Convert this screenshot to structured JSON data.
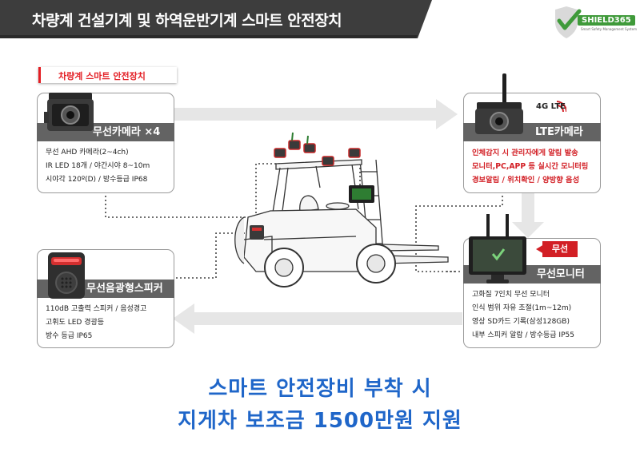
{
  "header": {
    "title": "차량계 건설기계 및 하역운반기계 스마트 안전장치",
    "bar_color": "#3d3d3d"
  },
  "logo": {
    "name": "SHIELD365",
    "sub": "Smart Safety Management System",
    "color": "#3f9a3a"
  },
  "section_label": "차량계 스마트 안전장치",
  "cards": {
    "wireless_camera": {
      "title": "무선카메라 ×4",
      "lines": [
        "무선 AHD 카메라(2~4ch)",
        "IR LED 18개 / 야간시야 8~10m",
        "시야각 120º(D) / 방수등급 IP68"
      ]
    },
    "lte_camera": {
      "title": "LTE카메라",
      "badge": "4G LTE",
      "lines": [
        "인체감지 시 관리자에게 알림 발송",
        "모니터,PC,APP 등 실시간 모니터링",
        "경보알림 / 위치확인 / 양방향 음성"
      ]
    },
    "speaker": {
      "title": "무선음광형스피커",
      "lines": [
        "110dB 고출력 스피커 / 음성경고",
        "고휘도 LED 경광등",
        "방수 등급 IP65"
      ]
    },
    "monitor": {
      "title": "무선모니터",
      "tag": "무선",
      "lines": [
        "고화질 7인치 무선 모니터",
        "인식 범위 자유 조절(1m~12m)",
        "영상 SD카드 기록(삼성128GB)",
        "내부 스피커 알람 / 방수등급 IP55"
      ]
    }
  },
  "tagline": {
    "line1": "스마트 안전장비 부착 시",
    "line2": "지게차 보조금 1500만원 지원"
  },
  "colors": {
    "accent_red": "#e31e24",
    "tagline_blue": "#1f66c9",
    "card_header": "#636363",
    "arrow_gray": "#e6e6e6"
  }
}
